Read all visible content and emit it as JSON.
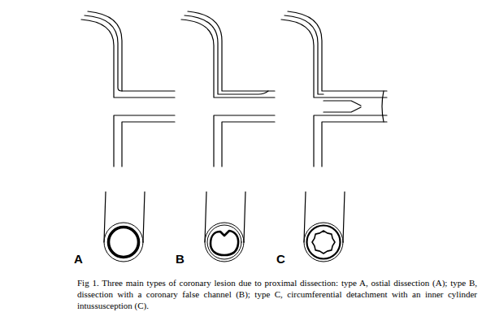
{
  "diagram": {
    "caption": "Fig 1. Three main types of coronary lesion due to proximal dissection: type A, ostial dissection (A); type B, dissection with a coronary false channel (B); type C, circumferential detachment with an inner cylinder intussusception (C).",
    "labels": [
      "A",
      "B",
      "C"
    ]
  }
}
